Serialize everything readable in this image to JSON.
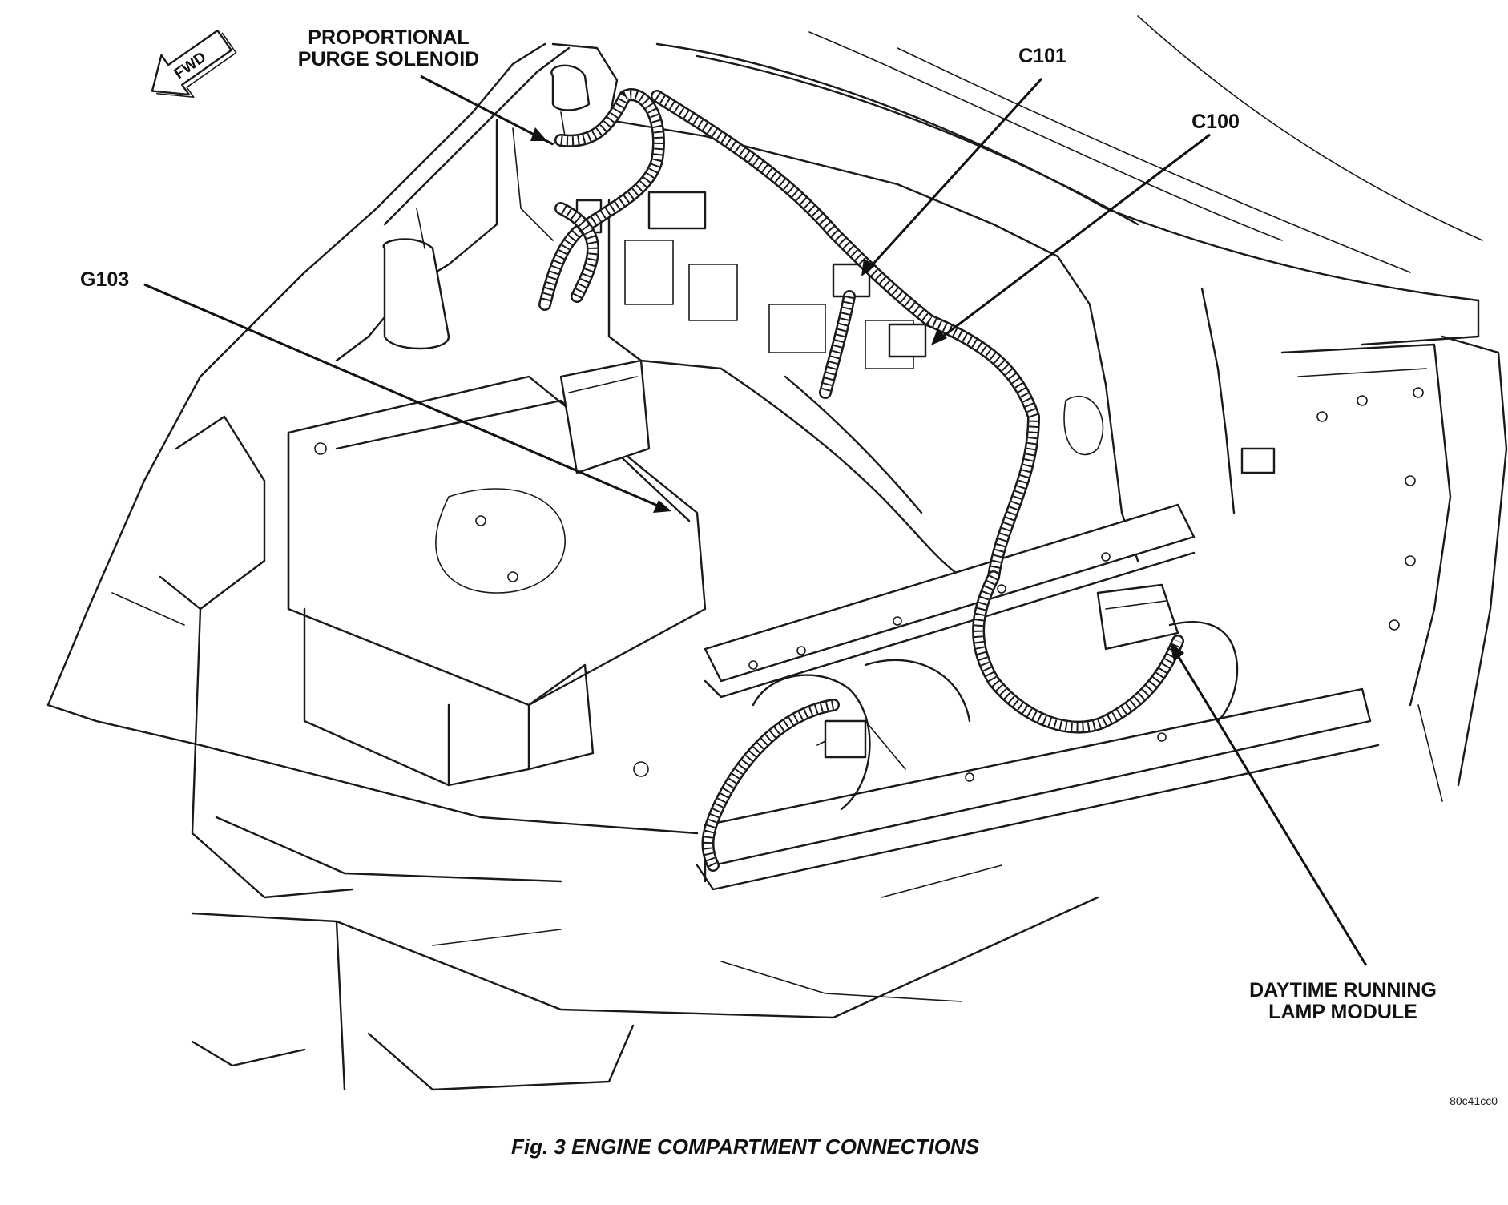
{
  "figure": {
    "caption": "Fig. 3 ENGINE COMPARTMENT CONNECTIONS",
    "image_id": "80c41cc0",
    "direction_indicator": "FWD"
  },
  "callouts": {
    "purge_solenoid_line1": "PROPORTIONAL",
    "purge_solenoid_line2": "PURGE SOLENOID",
    "c101": "C101",
    "c100": "C100",
    "g103": "G103",
    "drl_module_line1": "DAYTIME RUNNING",
    "drl_module_line2": "LAMP MODULE"
  },
  "colors": {
    "ink": "#1a1a1a",
    "paper": "#ffffff"
  }
}
